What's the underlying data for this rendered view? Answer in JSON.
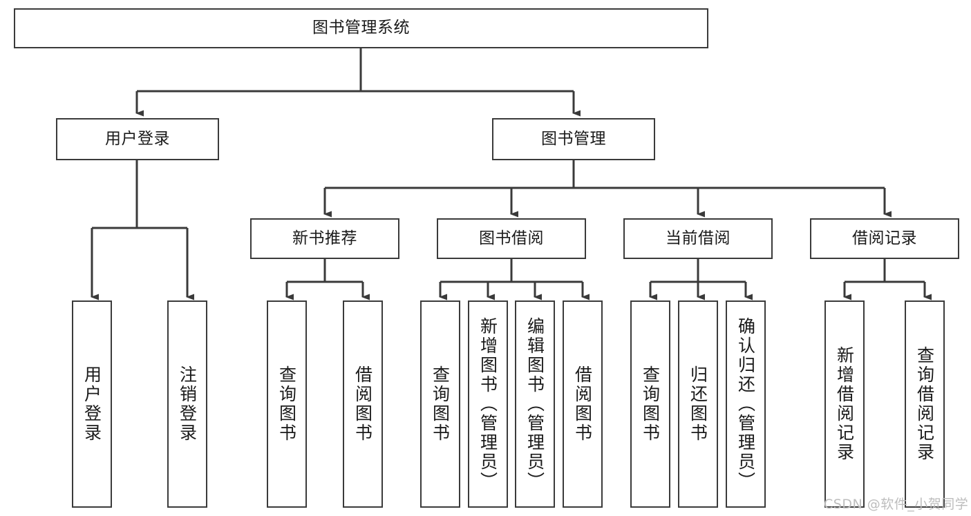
{
  "diagram": {
    "title": "图书管理系统",
    "root": {
      "id": "root",
      "label": "图书管理系统",
      "orientation": "horizontal"
    },
    "level2": [
      {
        "id": "user-login",
        "label": "用户登录",
        "orientation": "horizontal"
      },
      {
        "id": "book-management",
        "label": "图书管理",
        "orientation": "horizontal"
      }
    ],
    "level3": [
      {
        "id": "new-book-recommend",
        "label": "新书推荐",
        "orientation": "horizontal"
      },
      {
        "id": "book-borrow",
        "label": "图书借阅",
        "orientation": "horizontal"
      },
      {
        "id": "current-borrow",
        "label": "当前借阅",
        "orientation": "horizontal"
      },
      {
        "id": "borrow-record",
        "label": "借阅记录",
        "orientation": "horizontal"
      }
    ],
    "leaves": {
      "user_login": [
        {
          "id": "leaf-user-login",
          "label": "用户登录",
          "orientation": "vertical"
        },
        {
          "id": "leaf-logout",
          "label": "注销登录",
          "orientation": "vertical"
        }
      ],
      "new_book_recommend": [
        {
          "id": "leaf-query-book-1",
          "label": "查询图书",
          "orientation": "vertical"
        },
        {
          "id": "leaf-borrow-book-1",
          "label": "借阅图书",
          "orientation": "vertical"
        }
      ],
      "book_borrow": [
        {
          "id": "leaf-query-book-2",
          "label": "查询图书",
          "orientation": "vertical"
        },
        {
          "id": "leaf-add-book",
          "label": "新增图书（管理员）",
          "orientation": "vertical"
        },
        {
          "id": "leaf-edit-book",
          "label": "编辑图书（管理员）",
          "orientation": "vertical"
        },
        {
          "id": "leaf-borrow-book-2",
          "label": "借阅图书",
          "orientation": "vertical"
        }
      ],
      "current_borrow": [
        {
          "id": "leaf-query-book-3",
          "label": "查询图书",
          "orientation": "vertical"
        },
        {
          "id": "leaf-return-book",
          "label": "归还图书",
          "orientation": "vertical"
        },
        {
          "id": "leaf-confirm-return",
          "label": "确认归还（管理员）",
          "orientation": "vertical"
        }
      ],
      "borrow_record": [
        {
          "id": "leaf-add-record",
          "label": "新增借阅记录",
          "orientation": "vertical"
        },
        {
          "id": "leaf-query-record",
          "label": "查询借阅记录",
          "orientation": "vertical"
        }
      ]
    }
  },
  "watermark": {
    "text": "CSDN @软件_小贺同学"
  },
  "colors": {
    "border": "#3a3a3a",
    "background": "#ffffff",
    "text": "#1a1a1a",
    "watermark": "#bdbdbd"
  }
}
